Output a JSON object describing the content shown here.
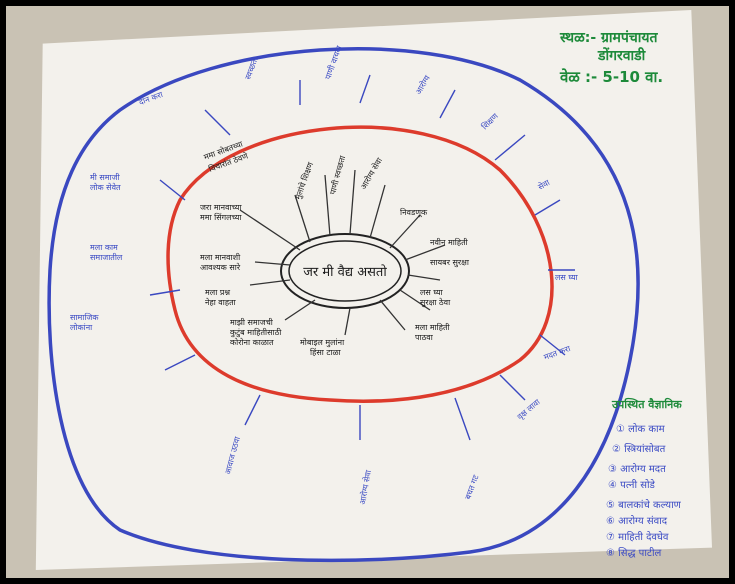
{
  "header": {
    "place_line1": "स्थळ:- ग्रामपंचायत",
    "place_line2": "डोंगरवाडी",
    "time": "वेळ :- 5-10 वा."
  },
  "center": {
    "title": "जर मी वैद्य असतो"
  },
  "attendees": {
    "title": "उपस्थित वैज्ञानिक",
    "items": [
      "① लोक काम",
      "② स्त्रियांसोबत",
      "③ आरोग्य मदत",
      "④ पत्नी सोडे",
      "⑤ बालकांचे कल्याण",
      "⑥ आरोग्य संवाद",
      "⑦ माहिती देवघेव",
      "⑧ सिद्ध पाटील"
    ]
  },
  "colors": {
    "outer_circle": "#3a48c0",
    "inner_circle": "#dd3b2c",
    "blue_ink": "#3b4bc4",
    "black_ink": "#1c1c1c",
    "green_ink": "#1d8a3a"
  }
}
